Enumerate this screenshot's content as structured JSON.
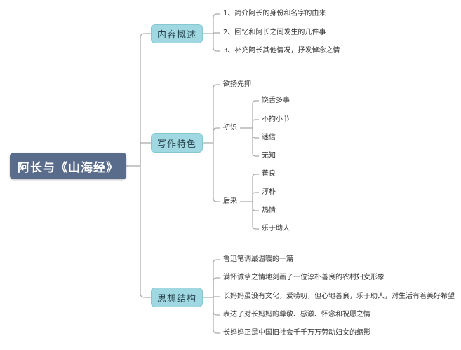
{
  "title": "阿长与《山海经》",
  "branches": [
    {
      "label": "内容概述",
      "items": [
        "1、简介阿长的身份和名字的由来",
        "2、回忆和阿长之间发生的几件事",
        "3、补充阿长其他情况，抒发悼念之情"
      ]
    },
    {
      "label": "写作特色",
      "intro": "欲扬先抑",
      "subgroups": [
        {
          "label": "初识",
          "items": [
            "饶舌多事",
            "不拘小节",
            "迷信",
            "无知"
          ]
        },
        {
          "label": "后来",
          "items": [
            "善良",
            "淳朴",
            "热情",
            "乐于助人"
          ]
        }
      ]
    },
    {
      "label": "思想结构",
      "items": [
        "鲁迅笔调最温暖的一篇",
        "满怀诚挚之情地刻画了一位淳朴善良的农村妇女形象",
        "长妈妈虽没有文化，爱唠叨，但心地善良，乐于助人，对生活有着美好希望",
        "表达了对长妈妈的尊敬、感激、怀念和祝愿之情",
        "长妈妈正是中国旧社会千千万万劳动妇女的缩影"
      ]
    }
  ],
  "colors": {
    "root": "#5a6c8b",
    "branch": "#9fd8e0",
    "line": "#a9a9a9"
  }
}
